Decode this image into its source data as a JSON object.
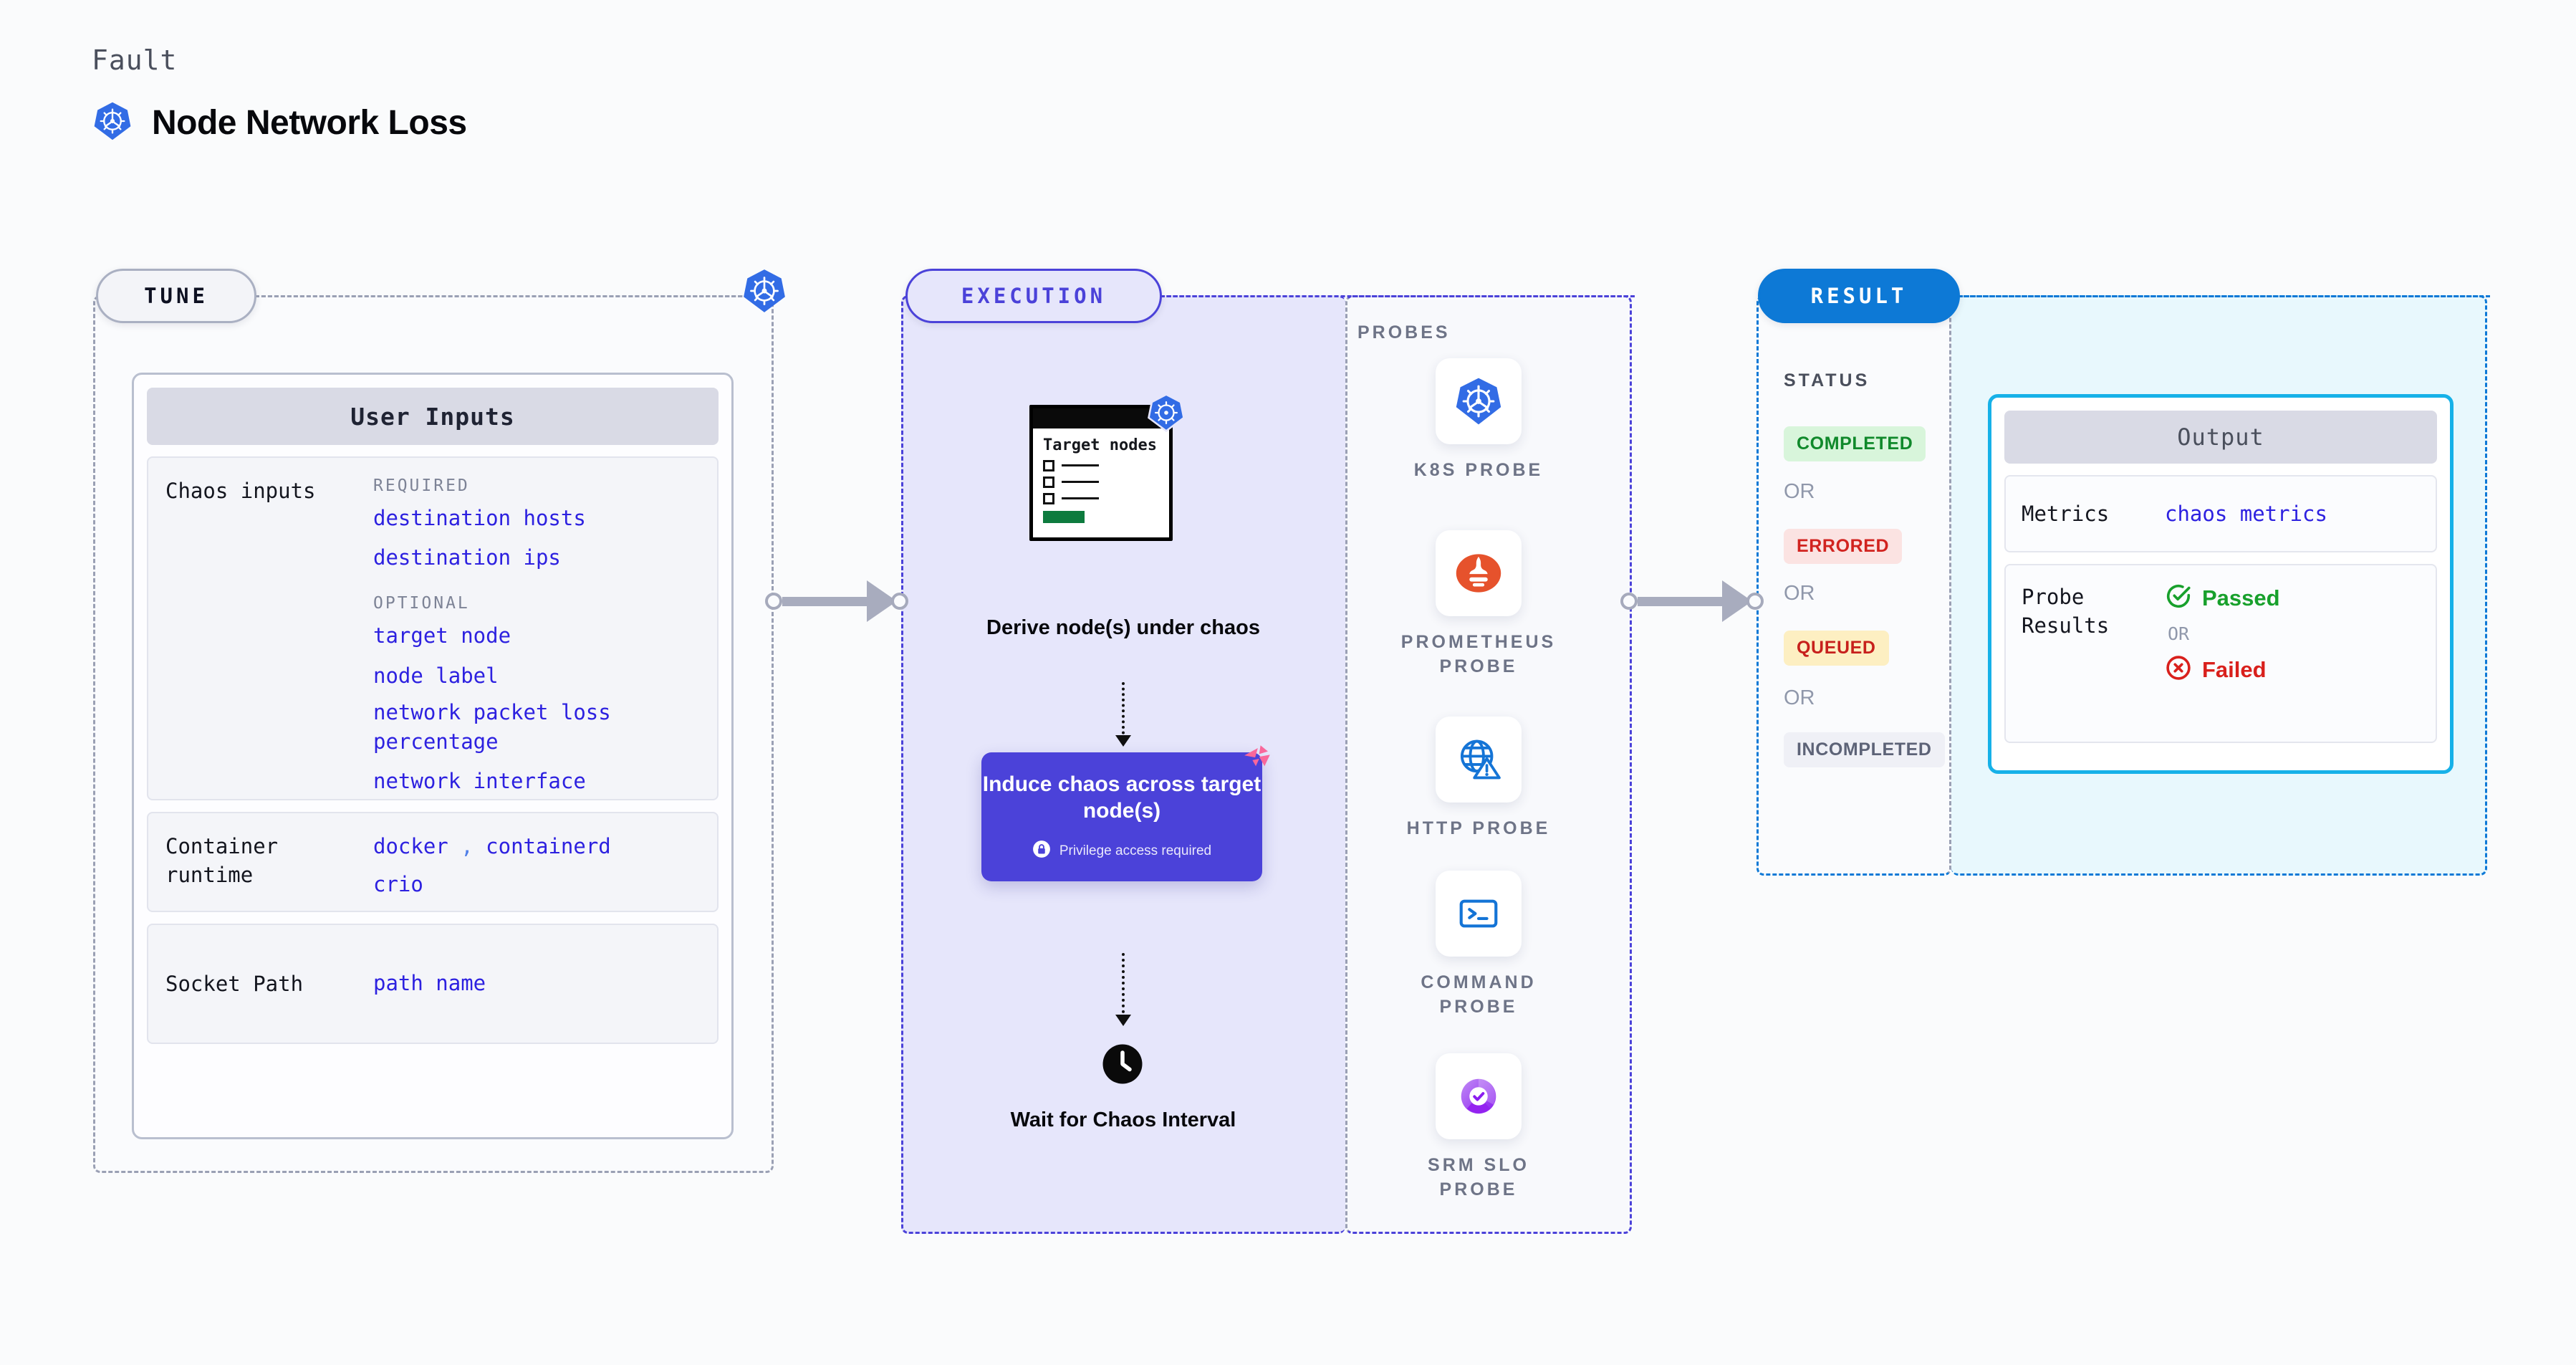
{
  "header": {
    "kicker": "Fault",
    "title": "Node Network Loss",
    "icon": "kubernetes-icon"
  },
  "sections": {
    "tune": {
      "pill_label": "TUNE",
      "boundary_icon": "kubernetes-icon"
    },
    "execution": {
      "pill_label": "EXECUTION"
    },
    "result": {
      "pill_label": "RESULT"
    }
  },
  "tune": {
    "card_title": "User Inputs",
    "rows": [
      {
        "label": "Chaos inputs",
        "groups": [
          {
            "title": "REQUIRED",
            "values": [
              "destination hosts",
              "destination ips"
            ]
          },
          {
            "title": "OPTIONAL",
            "values": [
              "target node",
              "node label",
              "network packet loss percentage",
              "network interface"
            ]
          }
        ]
      },
      {
        "label": "Container runtime",
        "values_inline": [
          "docker",
          "containerd"
        ],
        "separator": ",",
        "values_next": [
          "crio"
        ]
      },
      {
        "label": "Socket Path",
        "values": [
          "path name"
        ]
      }
    ]
  },
  "execution": {
    "steps": [
      {
        "type": "card",
        "card_title": "Target nodes",
        "card_icon": "kubernetes-icon",
        "caption": "Derive node(s) under chaos"
      },
      {
        "type": "action",
        "title": "Induce chaos across target node(s)",
        "badge_text": "Privilege access required",
        "badge_icon": "lock-icon",
        "corner_icon": "harness-logo-icon",
        "color": "#4b42d9"
      },
      {
        "type": "wait",
        "icon": "clock-icon",
        "caption": "Wait for Chaos Interval"
      }
    ]
  },
  "probes": {
    "label": "PROBES",
    "items": [
      {
        "name": "K8S PROBE",
        "icon": "kubernetes-icon"
      },
      {
        "name": "PROMETHEUS PROBE",
        "icon": "prometheus-icon"
      },
      {
        "name": "HTTP PROBE",
        "icon": "globe-warning-icon"
      },
      {
        "name": "COMMAND PROBE",
        "icon": "terminal-icon"
      },
      {
        "name": "SRM SLO PROBE",
        "icon": "slo-gauge-icon"
      }
    ]
  },
  "result": {
    "status_label": "STATUS",
    "or_label": "OR",
    "statuses": [
      {
        "label": "COMPLETED",
        "bg": "#d8f5db",
        "fg": "#10892b"
      },
      {
        "label": "ERRORED",
        "bg": "#fbe3e2",
        "fg": "#d1231f"
      },
      {
        "label": "QUEUED",
        "bg": "#fdefc2",
        "fg": "#c7201c"
      },
      {
        "label": "INCOMPLETED",
        "bg": "#eff0f6",
        "fg": "#5d6377"
      }
    ],
    "output": {
      "title": "Output",
      "rows": [
        {
          "label": "Metrics",
          "value": "chaos metrics"
        },
        {
          "label": "Probe Results",
          "pass_label": "Passed",
          "pass_icon": "check-circle-icon",
          "or_label": "OR",
          "fail_label": "Failed",
          "fail_icon": "x-circle-icon"
        }
      ]
    }
  },
  "colors": {
    "accent_purple": "#4b42d9",
    "accent_blue": "#0d79d6",
    "accent_cyan": "#16b1e8",
    "link_blue": "#2d21e0",
    "k8s_blue": "#326ce5",
    "harness_pink": "#f9679b",
    "green": "#18a02c",
    "red": "#d9201c"
  }
}
